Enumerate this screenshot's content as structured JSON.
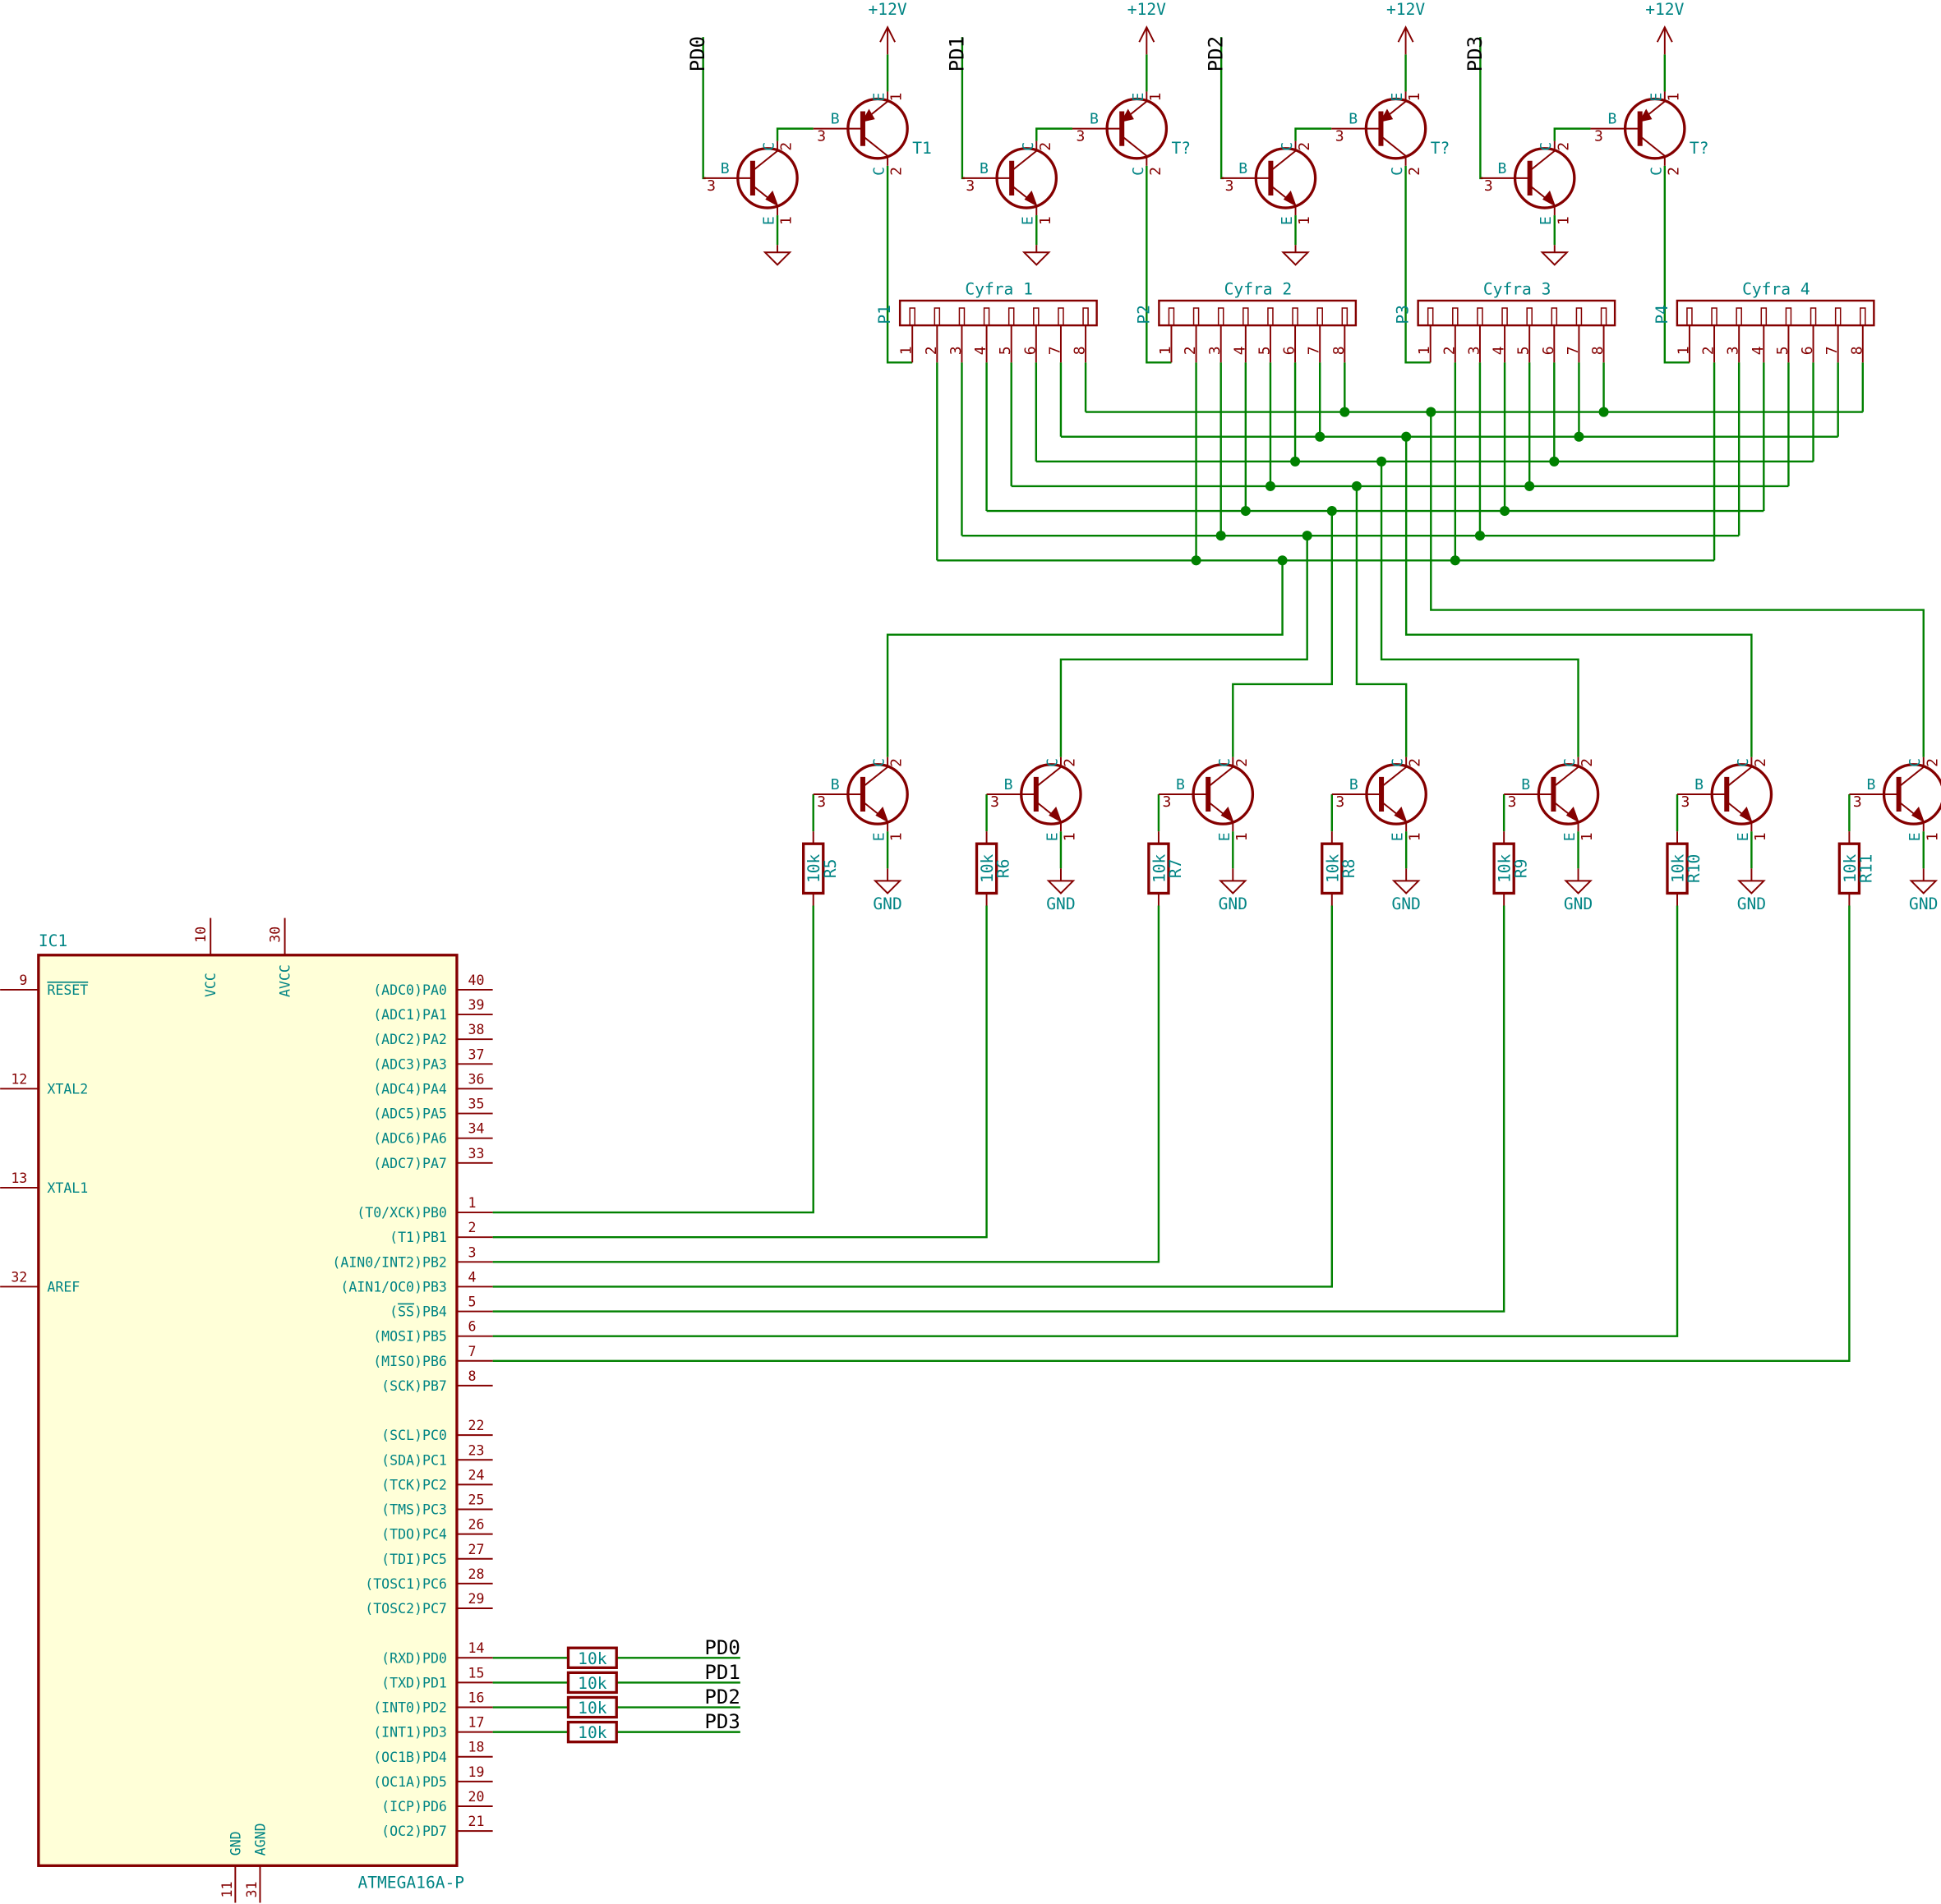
{
  "schematic": {
    "ic": {
      "ref": "IC1",
      "part": "ATMEGA16A-P",
      "top_pins": [
        {
          "num": "10",
          "name": "VCC"
        },
        {
          "num": "30",
          "name": "AVCC"
        }
      ],
      "bottom_pins": [
        {
          "num": "11",
          "name": "GND"
        },
        {
          "num": "31",
          "name": "AGND"
        }
      ],
      "left_pins": [
        {
          "num": "9",
          "name": "RESET",
          "overbar": true
        },
        {
          "num": "12",
          "name": "XTAL2"
        },
        {
          "num": "13",
          "name": "XTAL1"
        },
        {
          "num": "32",
          "name": "AREF"
        }
      ],
      "right_pins": [
        {
          "num": "40",
          "name": "(ADC0)PA0"
        },
        {
          "num": "39",
          "name": "(ADC1)PA1"
        },
        {
          "num": "38",
          "name": "(ADC2)PA2"
        },
        {
          "num": "37",
          "name": "(ADC3)PA3"
        },
        {
          "num": "36",
          "name": "(ADC4)PA4"
        },
        {
          "num": "35",
          "name": "(ADC5)PA5"
        },
        {
          "num": "34",
          "name": "(ADC6)PA6"
        },
        {
          "num": "33",
          "name": "(ADC7)PA7"
        },
        {
          "num": "1",
          "name": "(T0/XCK)PB0"
        },
        {
          "num": "2",
          "name": "(T1)PB1"
        },
        {
          "num": "3",
          "name": "(AIN0/INT2)PB2"
        },
        {
          "num": "4",
          "name": "(AIN1/OC0)PB3"
        },
        {
          "num": "5",
          "name": "(SS)PB4"
        },
        {
          "num": "6",
          "name": "(MOSI)PB5"
        },
        {
          "num": "7",
          "name": "(MISO)PB6"
        },
        {
          "num": "8",
          "name": "(SCK)PB7"
        },
        {
          "num": "22",
          "name": "(SCL)PC0"
        },
        {
          "num": "23",
          "name": "(SDA)PC1"
        },
        {
          "num": "24",
          "name": "(TCK)PC2"
        },
        {
          "num": "25",
          "name": "(TMS)PC3"
        },
        {
          "num": "26",
          "name": "(TDO)PC4"
        },
        {
          "num": "27",
          "name": "(TDI)PC5"
        },
        {
          "num": "28",
          "name": "(TOSC1)PC6"
        },
        {
          "num": "29",
          "name": "(TOSC2)PC7"
        },
        {
          "num": "14",
          "name": "(RXD)PD0"
        },
        {
          "num": "15",
          "name": "(TXD)PD1"
        },
        {
          "num": "16",
          "name": "(INT0)PD2"
        },
        {
          "num": "17",
          "name": "(INT1)PD3"
        },
        {
          "num": "18",
          "name": "(OC1B)PD4"
        },
        {
          "num": "19",
          "name": "(OC1A)PD5"
        },
        {
          "num": "20",
          "name": "(ICP)PD6"
        },
        {
          "num": "21",
          "name": "(OC2)PD7"
        }
      ]
    },
    "pd_resistors": [
      {
        "value": "10k",
        "net": "PD0"
      },
      {
        "value": "10k",
        "net": "PD1"
      },
      {
        "value": "10k",
        "net": "PD2"
      },
      {
        "value": "10k",
        "net": "PD3"
      }
    ],
    "digit_drivers": [
      {
        "net": "PD0",
        "pnp_ref": "T1",
        "power": "+12V",
        "connector_ref": "P1",
        "connector_title": "Cyfra 1"
      },
      {
        "net": "PD1",
        "pnp_ref": "T?",
        "power": "+12V",
        "connector_ref": "P2",
        "connector_title": "Cyfra 2"
      },
      {
        "net": "PD2",
        "pnp_ref": "T?",
        "power": "+12V",
        "connector_ref": "P3",
        "connector_title": "Cyfra 3"
      },
      {
        "net": "PD3",
        "pnp_ref": "T?",
        "power": "+12V",
        "connector_ref": "P4",
        "connector_title": "Cyfra 4"
      }
    ],
    "connector_pin_numbers": [
      "1",
      "2",
      "3",
      "4",
      "5",
      "6",
      "7",
      "8"
    ],
    "pin_letters": {
      "base": "B",
      "collector": "C",
      "emitter": "E"
    },
    "transistor_pin_numbers": {
      "base": "3",
      "collector": "2",
      "emitter": "1"
    },
    "segment_drivers": [
      {
        "resistor_ref": "R5",
        "resistor_value": "10k",
        "ground": "GND",
        "ic_pin": "PB0"
      },
      {
        "resistor_ref": "R6",
        "resistor_value": "10k",
        "ground": "GND",
        "ic_pin": "PB1"
      },
      {
        "resistor_ref": "R7",
        "resistor_value": "10k",
        "ground": "GND",
        "ic_pin": "PB2"
      },
      {
        "resistor_ref": "R8",
        "resistor_value": "10k",
        "ground": "GND",
        "ic_pin": "PB3"
      },
      {
        "resistor_ref": "R9",
        "resistor_value": "10k",
        "ground": "GND",
        "ic_pin": "PB4"
      },
      {
        "resistor_ref": "R10",
        "resistor_value": "10k",
        "ground": "GND",
        "ic_pin": "PB5"
      },
      {
        "resistor_ref": "R11",
        "resistor_value": "10k",
        "ground": "GND",
        "ic_pin": "PB6"
      }
    ],
    "colors": {
      "wire": "#008000",
      "component": "#840000",
      "label": "#008484",
      "ic_fill": "#ffffd8",
      "net_label": "#000000"
    }
  }
}
